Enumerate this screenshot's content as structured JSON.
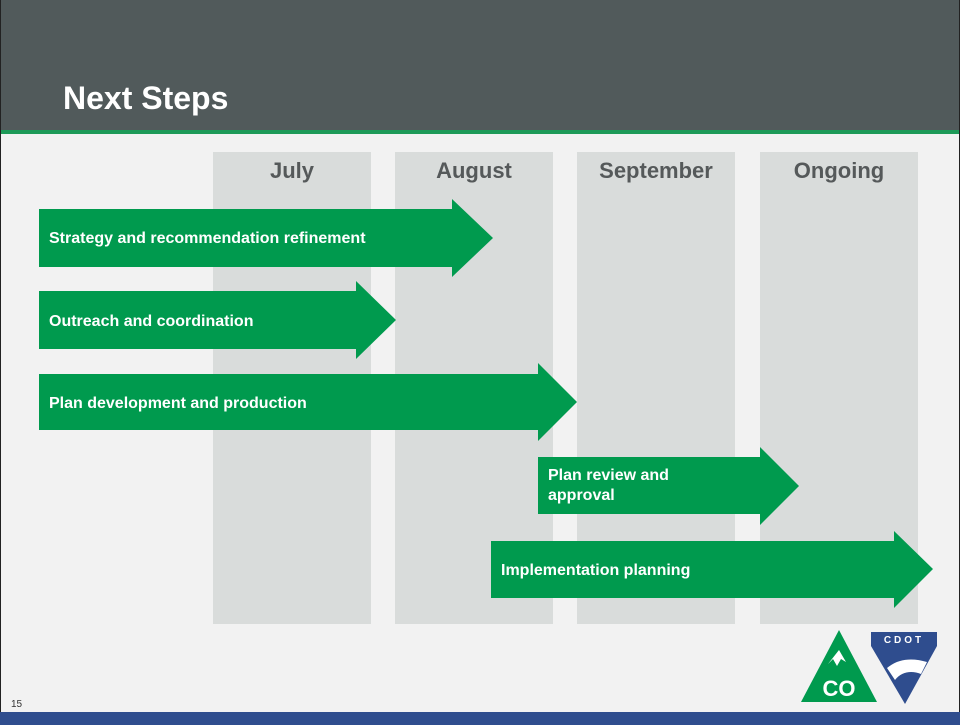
{
  "slide": {
    "title": "Next Steps",
    "page_number": "15"
  },
  "columns": [
    {
      "label": "July"
    },
    {
      "label": "August"
    },
    {
      "label": "September"
    },
    {
      "label": "Ongoing"
    }
  ],
  "tasks": [
    {
      "label": "Strategy and recommendation refinement"
    },
    {
      "label": "Outreach and coordination"
    },
    {
      "label": "Plan development and production"
    },
    {
      "label": "Plan review and approval"
    },
    {
      "label": "Implementation planning"
    }
  ],
  "logo": {
    "text_co": "CO",
    "text_cdot": "CDOT"
  },
  "colors": {
    "header": "#515a5b",
    "accent_green": "#009a4e",
    "column_fill": "#d9dcdb",
    "footer_blue": "#2f4d8e"
  }
}
